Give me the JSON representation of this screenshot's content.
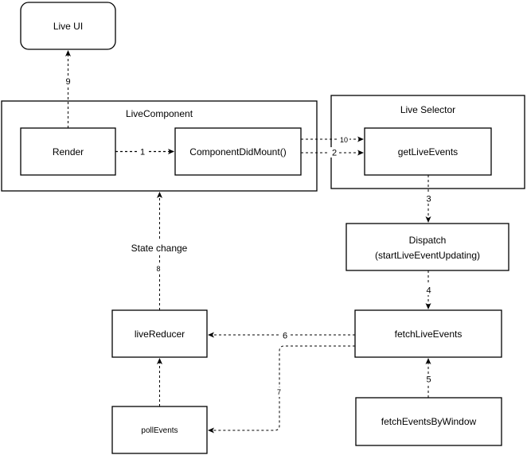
{
  "nodes": {
    "live_ui": "Live UI",
    "live_component": "LiveComponent",
    "render": "Render",
    "component_did_mount": "ComponentDidMount()",
    "live_selector": "Live Selector",
    "get_live_events": "getLiveEvents",
    "dispatch_line1": "Dispatch",
    "dispatch_line2": "(startLiveEventUpdating)",
    "fetch_live_events": "fetchLiveEvents",
    "live_reducer": "liveReducer",
    "poll_events": "pollEvents",
    "fetch_events_by_window": "fetchEventsByWindow"
  },
  "edges": {
    "e1": "1",
    "e2": "2",
    "e3": "3",
    "e4": "4",
    "e5": "5",
    "e6": "6",
    "e7": "7",
    "e8": "8",
    "e9": "9",
    "e10": "10"
  },
  "annotations": {
    "state_change": "State change"
  },
  "colors": {
    "stroke": "#000000",
    "fill": "#ffffff",
    "text": "#000000"
  }
}
